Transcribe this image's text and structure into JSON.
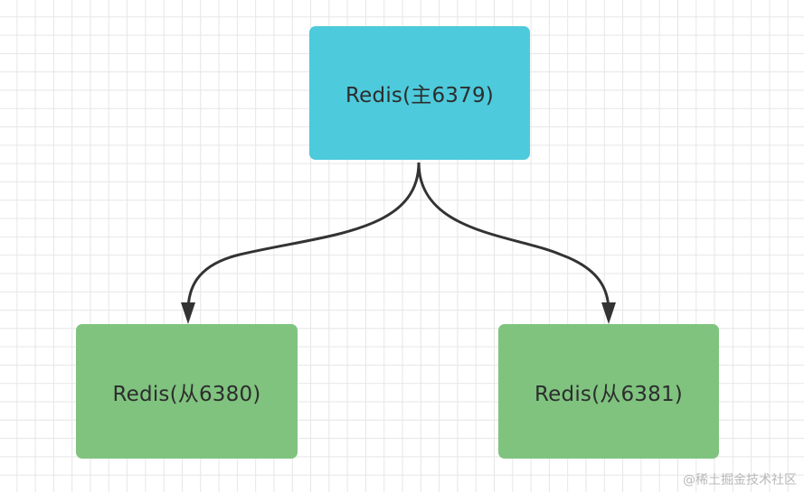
{
  "diagram": {
    "nodes": {
      "master": {
        "label": "Redis(主6379)",
        "color": "#4dcadc"
      },
      "slave1": {
        "label": "Redis(从6380)",
        "color": "#7fc37f"
      },
      "slave2": {
        "label": "Redis(从6381)",
        "color": "#7fc37f"
      }
    },
    "edges": [
      {
        "from": "master",
        "to": "slave1"
      },
      {
        "from": "master",
        "to": "slave2"
      }
    ],
    "edge_color": "#333333"
  },
  "watermark": "@稀土掘金技术社区"
}
